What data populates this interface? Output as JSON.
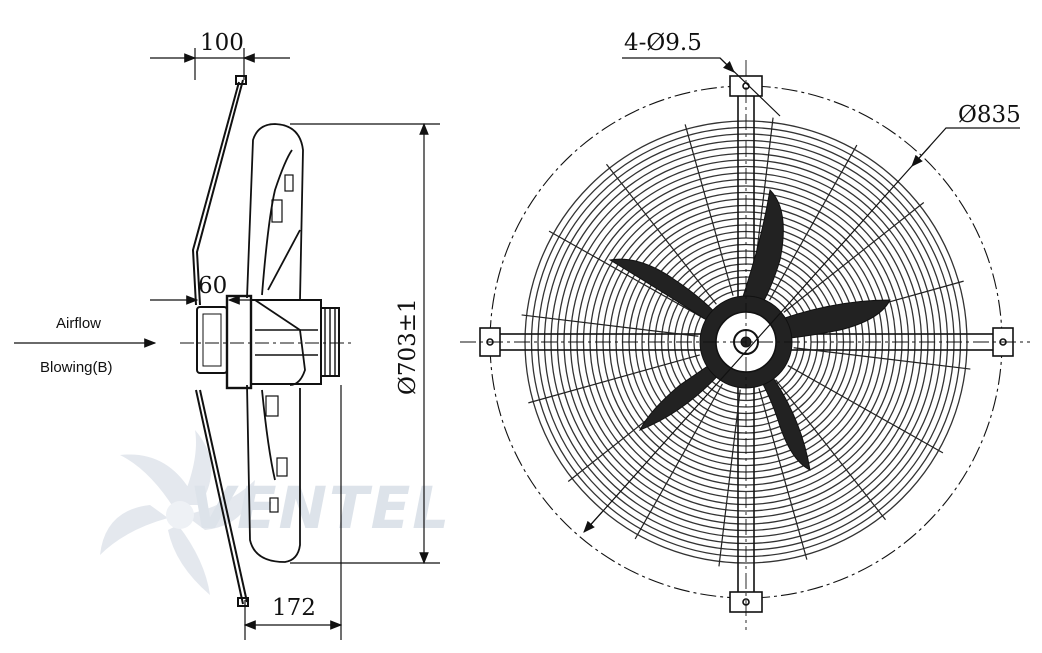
{
  "labels": {
    "airflow": "Airflow",
    "blowing": "Blowing(B)"
  },
  "dimensions": {
    "guard_depth": "100",
    "hub_offset": "60",
    "overall_depth": "172",
    "blade_diameter": "Ø703±1",
    "mounting_holes": "4-Ø9.5",
    "guard_diameter": "Ø835"
  },
  "watermark": "VENTEL",
  "colors": {
    "line": "#111111",
    "mesh": "#3a3a3a",
    "watermark": "#dde3ea",
    "watermark_accent": "#bcd6ea"
  }
}
